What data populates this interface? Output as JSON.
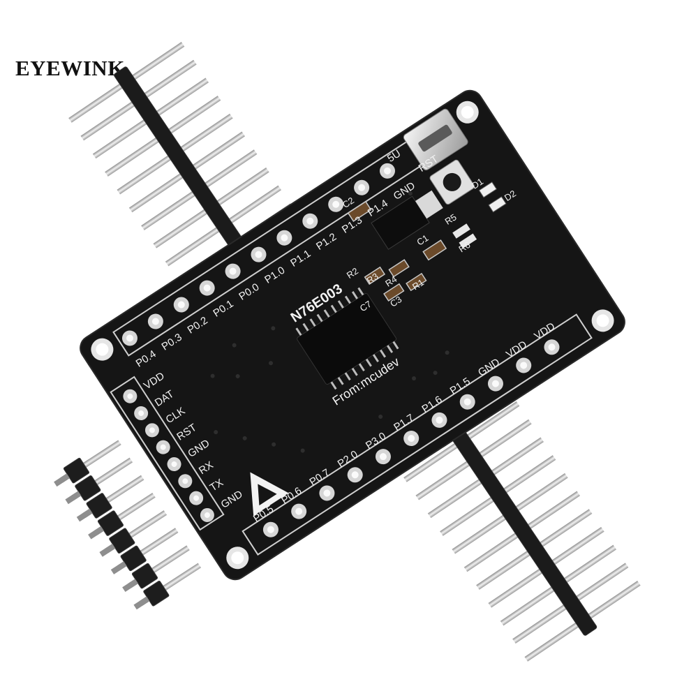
{
  "brand": {
    "text": "EYEWINK"
  },
  "board": {
    "chip_label": "N76E003",
    "credit": "From:mcudev",
    "usb_label": "5U",
    "rst_label": "RST",
    "left_pins": [
      "P0.4",
      "P0.3",
      "P0.2",
      "P0.1",
      "P0.0",
      "P1.0",
      "P1.1",
      "P1.2",
      "P1.3",
      "P1.4",
      "GND"
    ],
    "right_pins": [
      "P0.5",
      "P0.6",
      "P0.7",
      "P2.0",
      "P3.0",
      "P1.7",
      "P1.6",
      "P1.5",
      "GND",
      "VDD",
      "VDD"
    ],
    "prog_pins": [
      "VDD",
      "DAT",
      "CLK",
      "RST",
      "GND",
      "RX",
      "TX",
      "GND"
    ],
    "components": [
      "C2",
      "R2",
      "R3",
      "R4",
      "C7",
      "C3",
      "R1",
      "C1",
      "R5",
      "R6",
      "D1",
      "D2"
    ]
  },
  "colors": {
    "pcb": "#161616",
    "silkscreen": "#f2f2f2",
    "pad": "#d8d8d8",
    "header_plastic": "#1c1c1c",
    "pin_metal": "#c9c9c9"
  }
}
